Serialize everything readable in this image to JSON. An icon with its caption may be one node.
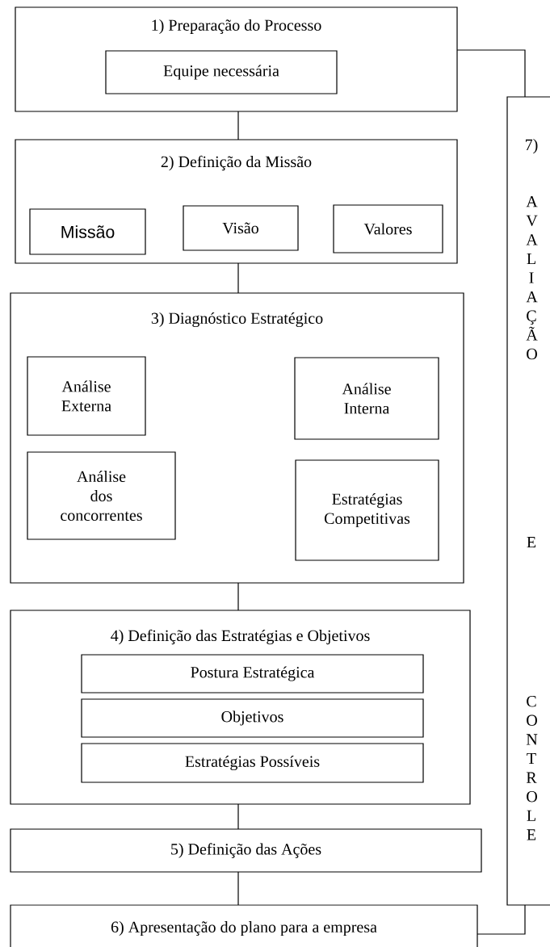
{
  "diagram": {
    "nodes": [
      {
        "text": [
          "1) Preparação do Processo"
        ]
      },
      {
        "text": [
          "Equipe necessária"
        ],
        "in": 0
      },
      {
        "text": [
          "2) Definição da Missão"
        ]
      },
      {
        "text": [
          "Missão"
        ],
        "in": 2
      },
      {
        "text": [
          "Visão"
        ],
        "in": 2
      },
      {
        "text": [
          "Valores"
        ],
        "in": 2
      },
      {
        "text": [
          "3) Diagnóstico Estratégico"
        ]
      },
      {
        "text": [
          "Análise Externa"
        ],
        "in": 6
      },
      {
        "text": [
          "Análise Interna"
        ],
        "in": 6
      },
      {
        "text": [
          "Análise dos concorrentes"
        ],
        "in": 6
      },
      {
        "text": [
          "Estratégias Competitivas"
        ],
        "in": 6
      },
      {
        "text": [
          "4) Definição das Estratégias e Objetivos"
        ]
      },
      {
        "text": [
          "Postura Estratégica"
        ],
        "in": 11
      },
      {
        "text": [
          "Objetivos"
        ],
        "in": 11
      },
      {
        "text": [
          "Estratégias Possíveis"
        ],
        "in": 11
      },
      {
        "text": [
          "5) Definição das Ações"
        ]
      },
      {
        "text": [
          "6) Apresentação do plano para a empresa"
        ]
      },
      {
        "text": [
          "7)",
          "AVALIAÇÃO",
          "E",
          "CONTROLE"
        ]
      }
    ],
    "edges": [
      {
        "from": 0,
        "to": 2,
        "arrow": "none"
      },
      {
        "from": 2,
        "to": 6,
        "arrow": "none"
      },
      {
        "from": 6,
        "to": 11,
        "arrow": "none"
      },
      {
        "from": 11,
        "to": 15,
        "arrow": "none"
      },
      {
        "from": 15,
        "to": 16,
        "arrow": "none"
      },
      {
        "from": 0,
        "to": 17,
        "arrow": "none"
      },
      {
        "from": 16,
        "to": 17,
        "arrow": "none"
      }
    ]
  }
}
